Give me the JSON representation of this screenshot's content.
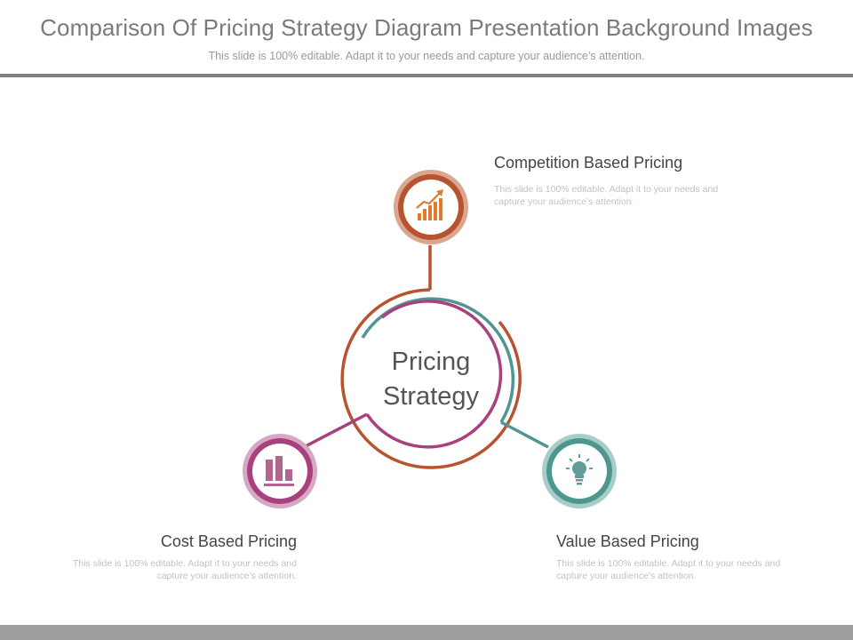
{
  "header": {
    "title": "Comparison Of Pricing Strategy Diagram Presentation Background Images",
    "subtitle": "This slide is 100% editable. Adapt it to your needs and capture your audience’s attention."
  },
  "center": {
    "line1": "Pricing",
    "line2": "Strategy"
  },
  "nodes": [
    {
      "title": "Competition Based Pricing",
      "desc": "This slide is 100% editable. Adapt it to your needs and capture your audience’s attention.",
      "icon": "growth-chart-icon",
      "color": "#b8532f"
    },
    {
      "title": "Cost Based Pricing",
      "desc": "This slide is 100% editable. Adapt it to your needs and capture your audience’s attention.",
      "icon": "bar-chart-icon",
      "color": "#a8417e"
    },
    {
      "title": "Value Based Pricing",
      "desc": "This slide is 100% editable. Adapt it to your needs and capture your audience’s attention.",
      "icon": "lightbulb-icon",
      "color": "#4e9690"
    }
  ]
}
